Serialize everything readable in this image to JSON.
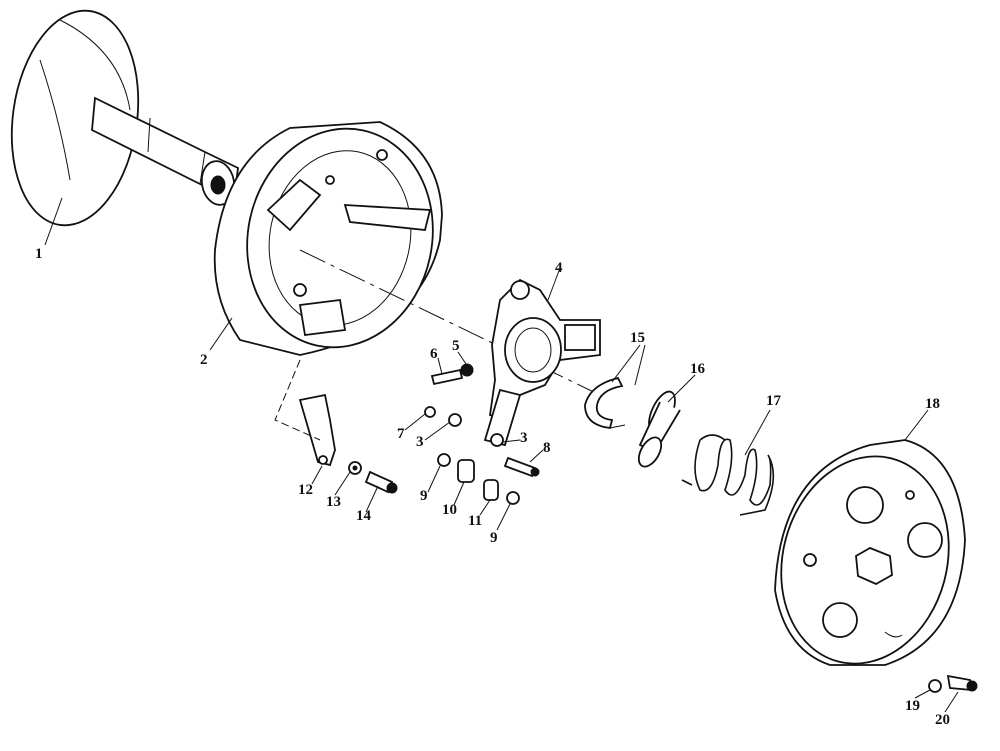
{
  "diagram": {
    "callouts": [
      {
        "id": "c1",
        "text": "1"
      },
      {
        "id": "c2",
        "text": "2"
      },
      {
        "id": "c3a",
        "text": "3"
      },
      {
        "id": "c3b",
        "text": "3"
      },
      {
        "id": "c4",
        "text": "4"
      },
      {
        "id": "c5",
        "text": "5"
      },
      {
        "id": "c6",
        "text": "6"
      },
      {
        "id": "c7",
        "text": "7"
      },
      {
        "id": "c8",
        "text": "8"
      },
      {
        "id": "c9a",
        "text": "9"
      },
      {
        "id": "c9b",
        "text": "9"
      },
      {
        "id": "c10",
        "text": "10"
      },
      {
        "id": "c11",
        "text": "11"
      },
      {
        "id": "c12",
        "text": "12"
      },
      {
        "id": "c13",
        "text": "13"
      },
      {
        "id": "c14",
        "text": "14"
      },
      {
        "id": "c15",
        "text": "15"
      },
      {
        "id": "c16",
        "text": "16"
      },
      {
        "id": "c17",
        "text": "17"
      },
      {
        "id": "c18",
        "text": "18"
      },
      {
        "id": "c19",
        "text": "19"
      },
      {
        "id": "c20",
        "text": "20"
      }
    ]
  }
}
